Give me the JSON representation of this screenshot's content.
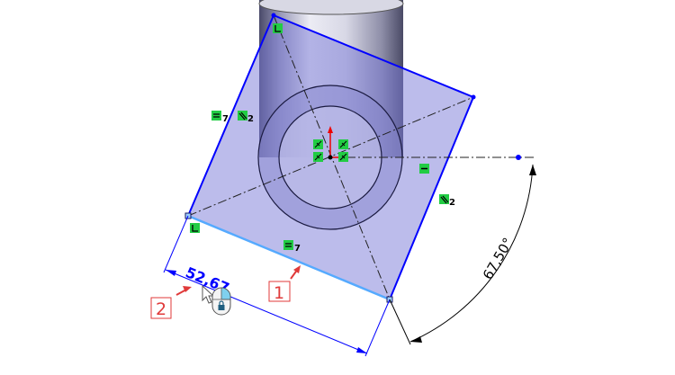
{
  "viewport": {
    "title": ""
  },
  "colors": {
    "sketch_line": "#0000ff",
    "selected_edge": "#55aaff",
    "face_fill": "#9d9de0",
    "relation_badge": "#22cc44",
    "callout": "#e03a3a",
    "origin": "#ff0000"
  },
  "dimensions": {
    "linear": {
      "value": "52,67"
    },
    "angular": {
      "value": "67,50°"
    }
  },
  "relations": [
    {
      "icon": "perpendicular-icon",
      "label": ""
    },
    {
      "icon": "equal-icon",
      "label": "7"
    },
    {
      "icon": "parallel-icon",
      "label": "2"
    },
    {
      "icon": "horizontal-icon",
      "label": ""
    },
    {
      "icon": "parallel-icon",
      "label": "2"
    },
    {
      "icon": "perpendicular-icon",
      "label": ""
    },
    {
      "icon": "equal-icon",
      "label": "7"
    }
  ],
  "callouts": [
    {
      "label": "1"
    },
    {
      "label": "2"
    }
  ],
  "cursor": {
    "icon": "mouse-lock-cursor-icon"
  }
}
